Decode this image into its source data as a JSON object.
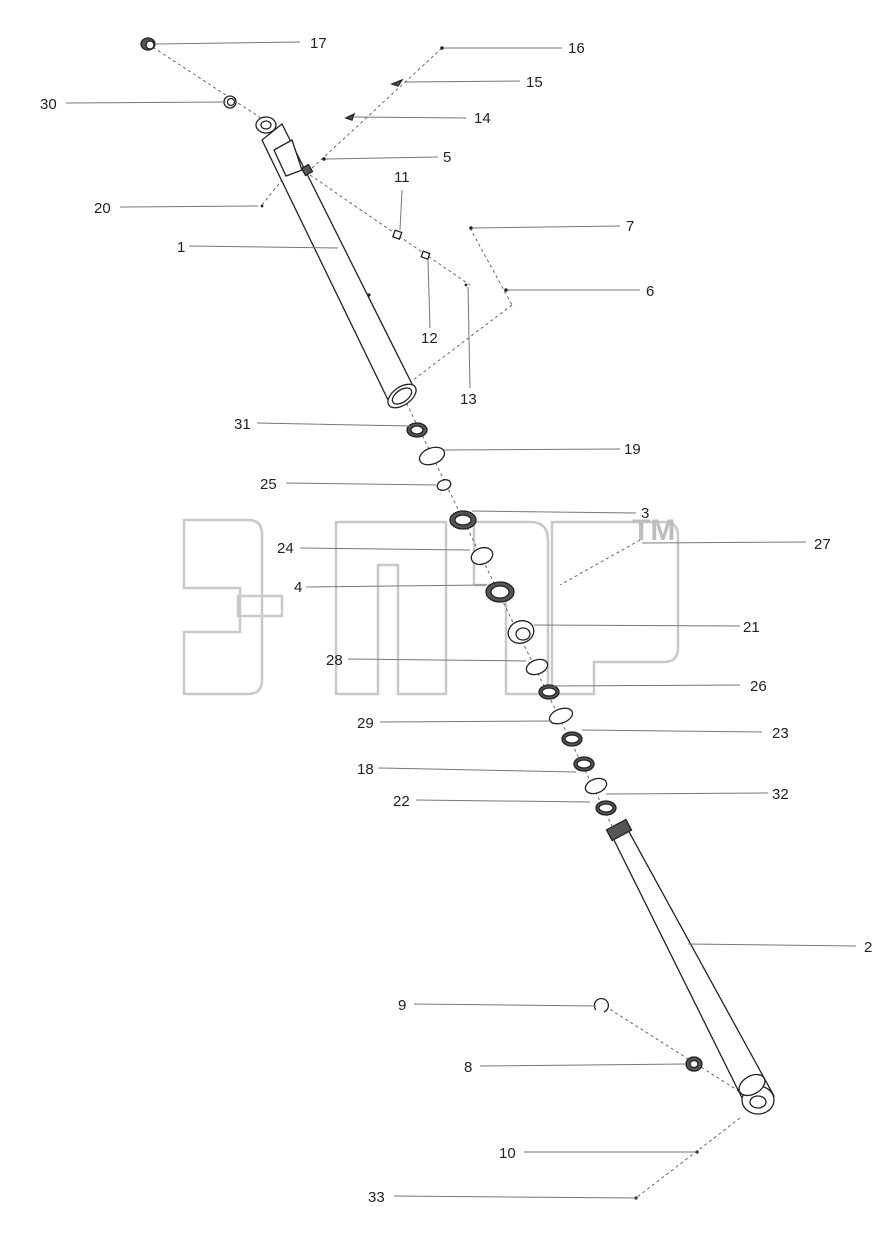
{
  "watermark": {
    "mark": "TM"
  },
  "callouts": [
    {
      "id": "17",
      "text": "17"
    },
    {
      "id": "16",
      "text": "16"
    },
    {
      "id": "15",
      "text": "15"
    },
    {
      "id": "30",
      "text": "30"
    },
    {
      "id": "14",
      "text": "14"
    },
    {
      "id": "5",
      "text": "5"
    },
    {
      "id": "20",
      "text": "20"
    },
    {
      "id": "11",
      "text": "11"
    },
    {
      "id": "7",
      "text": "7"
    },
    {
      "id": "1",
      "text": "1"
    },
    {
      "id": "6",
      "text": "6"
    },
    {
      "id": "12",
      "text": "12"
    },
    {
      "id": "13",
      "text": "13"
    },
    {
      "id": "31",
      "text": "31"
    },
    {
      "id": "19",
      "text": "19"
    },
    {
      "id": "25",
      "text": "25"
    },
    {
      "id": "3",
      "text": "3"
    },
    {
      "id": "24",
      "text": "24"
    },
    {
      "id": "27",
      "text": "27"
    },
    {
      "id": "4",
      "text": "4"
    },
    {
      "id": "21",
      "text": "21"
    },
    {
      "id": "28",
      "text": "28"
    },
    {
      "id": "26",
      "text": "26"
    },
    {
      "id": "29",
      "text": "29"
    },
    {
      "id": "23",
      "text": "23"
    },
    {
      "id": "18",
      "text": "18"
    },
    {
      "id": "32",
      "text": "32"
    },
    {
      "id": "22",
      "text": "22"
    },
    {
      "id": "2",
      "text": "2"
    },
    {
      "id": "9",
      "text": "9"
    },
    {
      "id": "8",
      "text": "8"
    },
    {
      "id": "10",
      "text": "10"
    },
    {
      "id": "33",
      "text": "33"
    }
  ]
}
